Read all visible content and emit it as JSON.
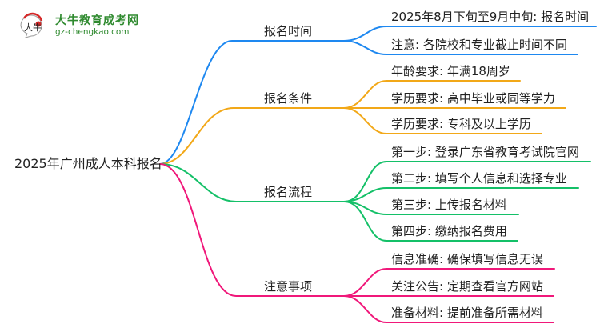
{
  "logo": {
    "title": "大牛教育成考网",
    "url": "gz-chengkao.com",
    "mark_text": "大牛"
  },
  "colors": {
    "blue": "#1e88f0",
    "orange": "#f2a818",
    "green": "#14c068",
    "pink": "#f0187a",
    "text": "#222222"
  },
  "root": {
    "label": "2025年广州成人本科报名"
  },
  "branches": [
    {
      "label": "报名时间",
      "color": "#1e88f0",
      "children": [
        "2025年8月下旬至9月中旬: 报名时间",
        "注意: 各院校和专业截止时间不同"
      ]
    },
    {
      "label": "报名条件",
      "color": "#f2a818",
      "children": [
        "年龄要求: 年满18周岁",
        "学历要求: 高中毕业或同等学力",
        "学历要求: 专科及以上学历"
      ]
    },
    {
      "label": "报名流程",
      "color": "#14c068",
      "children": [
        "第一步: 登录广东省教育考试院官网",
        "第二步: 填写个人信息和选择专业",
        "第三步: 上传报名材料",
        "第四步: 缴纳报名费用"
      ]
    },
    {
      "label": "注意事项",
      "color": "#f0187a",
      "children": [
        "信息准确: 确保填写信息无误",
        "关注公告: 定期查看官方网站",
        "准备材料: 提前准备所需材料"
      ]
    }
  ]
}
